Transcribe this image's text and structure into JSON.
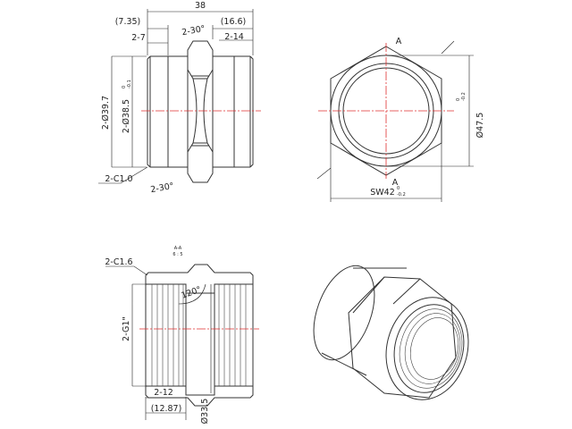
{
  "front_view": {
    "overall_length": "38",
    "dim_left_ref": "(7.35)",
    "dim_left": "2-7",
    "dim_right_ref": "(16.6)",
    "dim_right": "2-14",
    "angle_top": "2-30°",
    "angle_bottom": "2-30°",
    "diameter_outer": "2-Ø39.7",
    "diameter_inner": "2-Ø38.5",
    "diameter_inner_tol_upper": "0",
    "diameter_inner_tol_lower": "-0.1",
    "chamfer": "2-C1.0"
  },
  "end_view": {
    "section_mark_top": "A",
    "section_mark_bottom": "A",
    "diameter": "Ø47.5",
    "diameter_tol_upper": "0",
    "diameter_tol_lower": "-0.2",
    "across_flats": "SW42",
    "across_flats_tol_upper": "0",
    "across_flats_tol_lower": "-0.2"
  },
  "section_view": {
    "title": "A-A",
    "scale": "6 : 5",
    "chamfer": "2-C1.6",
    "thread": "2-G1\"",
    "angle": "120°",
    "thread_length": "2-12",
    "thread_length_ref": "(12.87)",
    "bore_diameter": "Ø33.5"
  },
  "colors": {
    "line": "#333333",
    "centerline": "#e03030"
  }
}
